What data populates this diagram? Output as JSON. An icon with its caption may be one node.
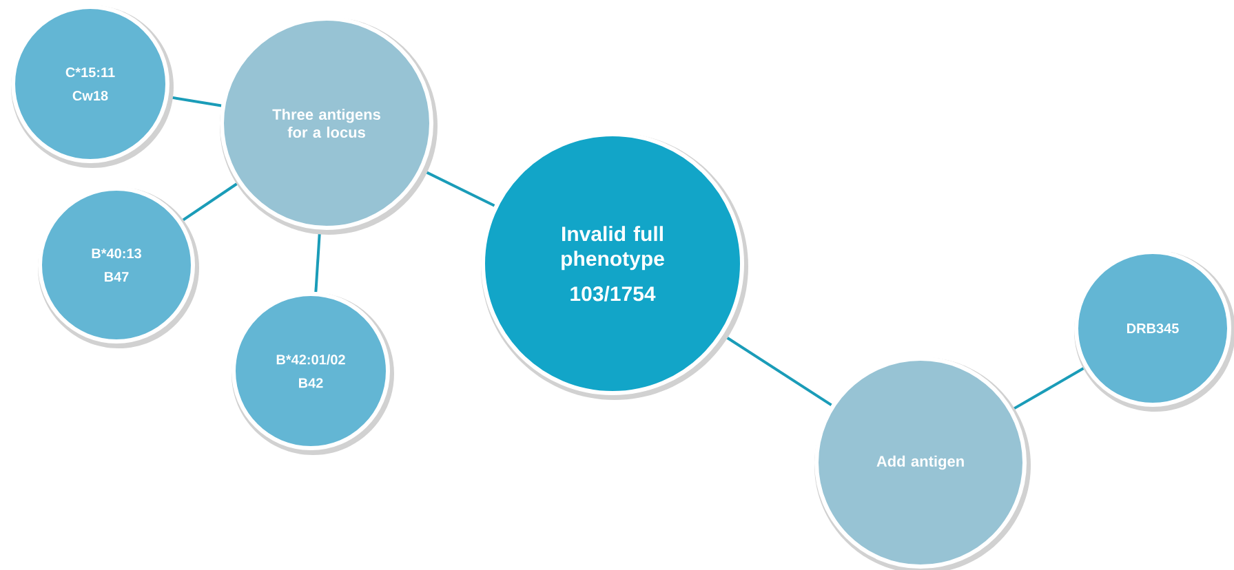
{
  "diagram": {
    "nodes": [
      {
        "text": [
          "Invalid full phenotype",
          "103/1754"
        ]
      },
      {
        "text": [
          "Three antigens for a locus"
        ]
      },
      {
        "text": [
          "C*15:11",
          "Cw18"
        ]
      },
      {
        "text": [
          "B*40:13",
          "B47"
        ]
      },
      {
        "text": [
          "B*42:01/02",
          "B42"
        ]
      },
      {
        "text": [
          "Add antigen"
        ]
      },
      {
        "text": [
          "DRB345"
        ]
      }
    ],
    "edges": [
      {
        "from": 1,
        "to": 2,
        "arrow": "none"
      },
      {
        "from": 1,
        "to": 3,
        "arrow": "none"
      },
      {
        "from": 1,
        "to": 4,
        "arrow": "none"
      },
      {
        "from": 1,
        "to": 0,
        "arrow": "none"
      },
      {
        "from": 0,
        "to": 5,
        "arrow": "none"
      },
      {
        "from": 5,
        "to": 6,
        "arrow": "none"
      }
    ]
  }
}
